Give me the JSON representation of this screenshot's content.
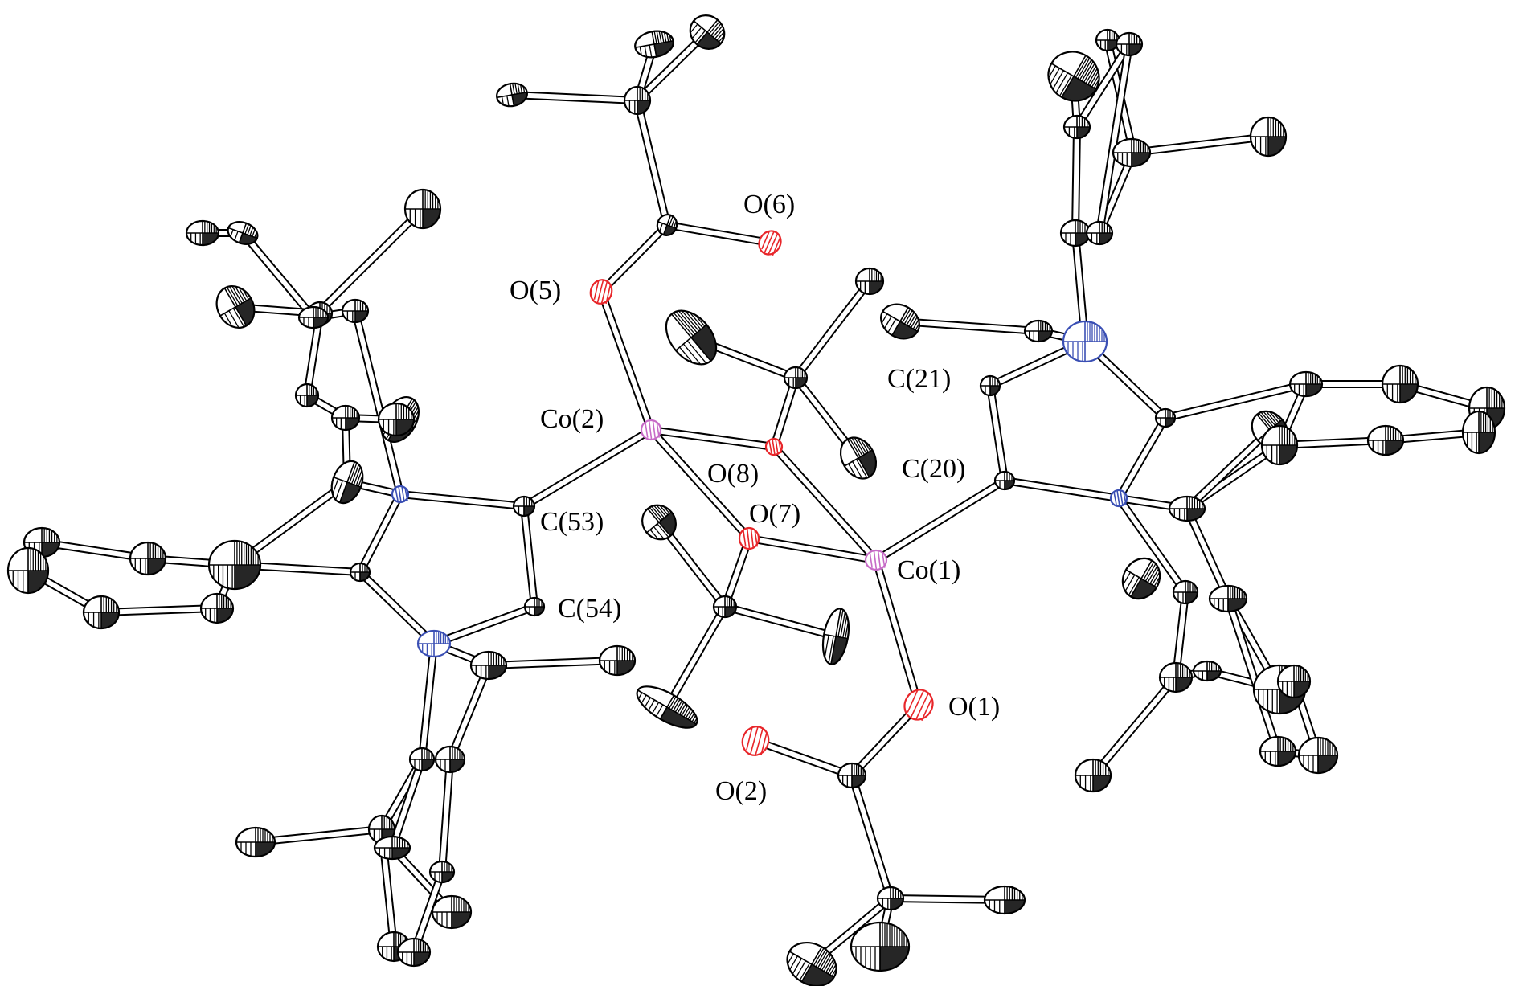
{
  "labels": {
    "o6": "O(6)",
    "o5": "O(5)",
    "co2": "Co(2)",
    "o8": "O(8)",
    "o7": "O(7)",
    "c53": "C(53)",
    "c54": "C(54)",
    "c21": "C(21)",
    "c20": "C(20)",
    "co1": "Co(1)",
    "o1": "O(1)",
    "o2": "O(2)"
  },
  "colors": {
    "carbon": "#000000",
    "oxygen": "#e8262a",
    "nitrogen": "#3a4fb4",
    "cobalt": "#c76bc7",
    "background": "#ffffff"
  }
}
